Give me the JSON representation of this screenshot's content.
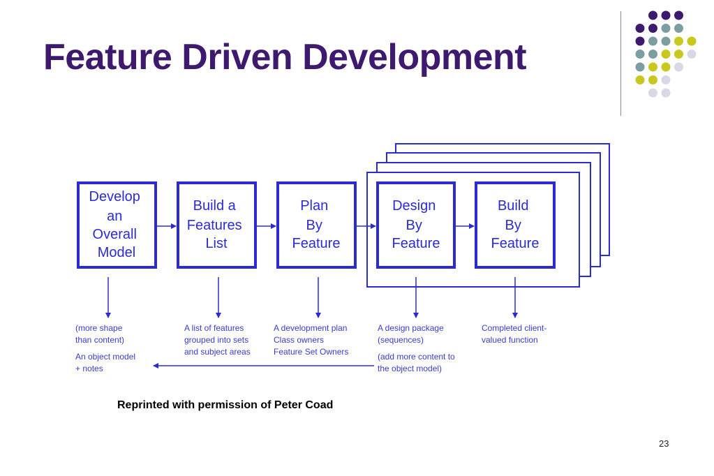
{
  "slide": {
    "title": "Feature Driven Development",
    "credit": "Reprinted with permission of Peter Coad",
    "page_number": "23"
  },
  "colors": {
    "title": "#3d1a6e",
    "diagram_blue": "#2b2bd6",
    "dot_purple": "#3d1a6e",
    "dot_teal": "#7d9ea0",
    "dot_yellow": "#c8c81e",
    "dot_lavender": "#d8d8e6"
  },
  "process": [
    {
      "lines": [
        "Develop",
        "an",
        "Overall",
        "Model"
      ],
      "notes": [
        "(more shape",
        " than content)",
        "",
        "An object model",
        "+ notes"
      ]
    },
    {
      "lines": [
        "Build a",
        "Features",
        "List"
      ],
      "notes": [
        "A list of features",
        "grouped into sets",
        "and subject areas"
      ]
    },
    {
      "lines": [
        "Plan",
        "By",
        "Feature"
      ],
      "notes": [
        "A development plan",
        "Class owners",
        "Feature Set Owners"
      ]
    },
    {
      "lines": [
        "Design",
        "By",
        "Feature"
      ],
      "notes": [
        "A design package",
        "(sequences)",
        "",
        "(add more content to",
        "the object model)"
      ]
    },
    {
      "lines": [
        "Build",
        "By",
        "Feature"
      ],
      "notes": [
        "Completed client-",
        "valued function"
      ]
    }
  ]
}
